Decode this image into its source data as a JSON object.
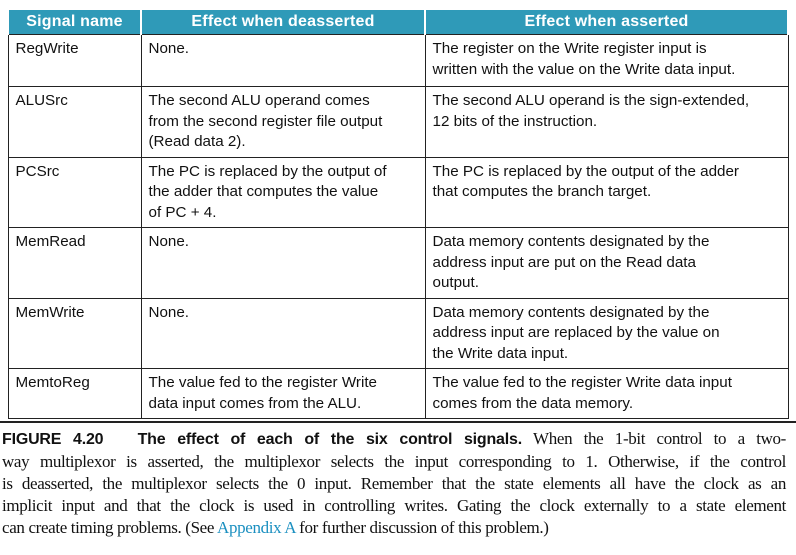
{
  "table": {
    "headers": [
      "Signal name",
      "Effect when deasserted",
      "Effect when asserted"
    ],
    "rows": [
      {
        "signal": "RegWrite",
        "deasserted": [
          "None."
        ],
        "asserted": [
          "The register on the Write register input is",
          "written with the value on the Write data input."
        ]
      },
      {
        "signal": "ALUSrc",
        "deasserted": [
          "The second ALU operand comes",
          "from the second register file output",
          "(Read data 2)."
        ],
        "asserted": [
          "The second ALU operand is the sign-extended,",
          "12 bits of the instruction."
        ]
      },
      {
        "signal": "PCSrc",
        "deasserted": [
          "The PC is replaced by the output of",
          "the adder that computes the value",
          "of PC + 4."
        ],
        "asserted": [
          "The PC is replaced by the output of the adder",
          "that computes the branch target."
        ]
      },
      {
        "signal": "MemRead",
        "deasserted": [
          "None."
        ],
        "asserted": [
          "Data memory contents designated by the",
          "address input are put on the Read data",
          "output."
        ]
      },
      {
        "signal": "MemWrite",
        "deasserted": [
          "None."
        ],
        "asserted": [
          "Data memory contents designated by the",
          "address input are replaced by the value on",
          "the Write data input."
        ]
      },
      {
        "signal": "MemtoReg",
        "deasserted": [
          "The value fed to the register Write",
          "data input comes from the ALU."
        ],
        "asserted": [
          "The value fed to the register Write data input",
          "comes from the data memory."
        ]
      }
    ]
  },
  "caption": {
    "figure_label": "FIGURE 4.20",
    "figure_title": "The effect of each of the six control signals.",
    "line1_rest": "When the 1-bit control to a two-",
    "line2": "way multiplexor is asserted, the multiplexor selects the input corresponding to 1. Otherwise, if the control",
    "line3": "is deasserted, the multiplexor selects the 0 input. Remember that the state elements all have the clock as an",
    "line4": "implicit input and that the clock is used in controlling writes. Gating the clock externally to a state element",
    "line5_pre": "can create timing problems. (See",
    "link": "Appendix A",
    "line5_post": "for further discussion of this problem.)"
  },
  "colors": {
    "header_bg": "#2f9ab8",
    "link": "#1a8fc0"
  }
}
